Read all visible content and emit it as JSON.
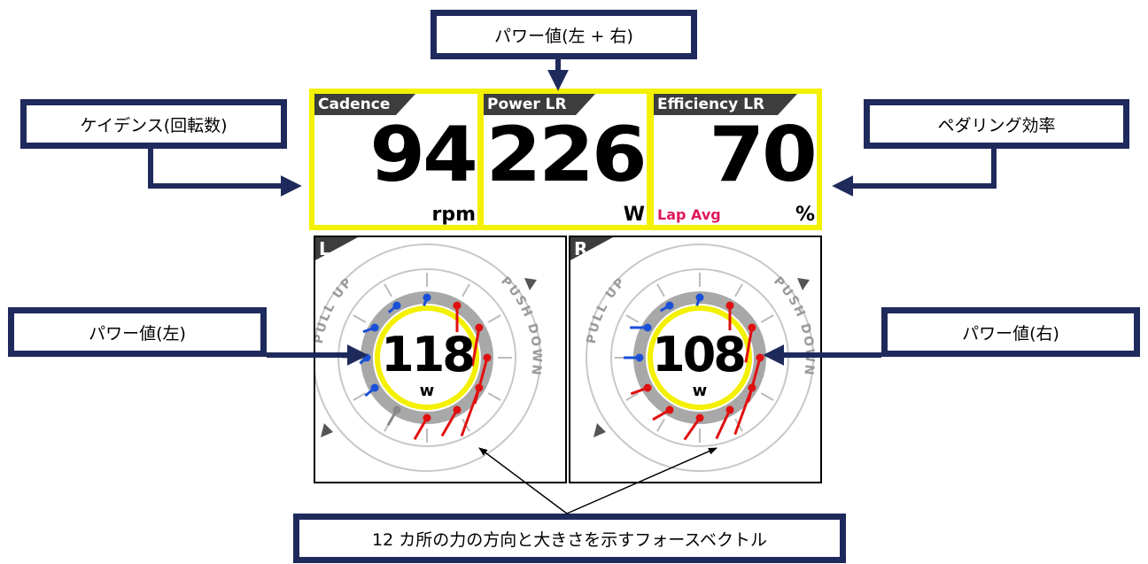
{
  "callouts": {
    "power_total": "パワー値(左 + 右)",
    "cadence": "ケイデンス(回転数)",
    "efficiency": "ペダリング効率",
    "power_left": "パワー値(左)",
    "power_right": "パワー値(右)",
    "force_vectors": "12 カ所の力の方向と大きさを示すフォースベクトル"
  },
  "metrics": {
    "cadence": {
      "title": "Cadence",
      "value": "94",
      "unit": "rpm"
    },
    "power": {
      "title": "Power LR",
      "value": "226",
      "unit": "W"
    },
    "efficiency": {
      "title": "Efficiency LR",
      "value": "70",
      "unit": "%",
      "sub": "Lap Avg"
    }
  },
  "left_panel": {
    "tab": "L",
    "value": "118",
    "unit": "w",
    "pull_label": "PULL UP",
    "push_label": "PUSH DOWN"
  },
  "right_panel": {
    "tab": "R",
    "value": "108",
    "unit": "w",
    "pull_label": "PULL UP",
    "push_label": "PUSH DOWN"
  },
  "colors": {
    "callout_border": "#1f2a5c",
    "highlight": "#f3f000",
    "pull": "#1a4fd8",
    "push": "#e01010",
    "lap_avg": "#e0195a"
  }
}
